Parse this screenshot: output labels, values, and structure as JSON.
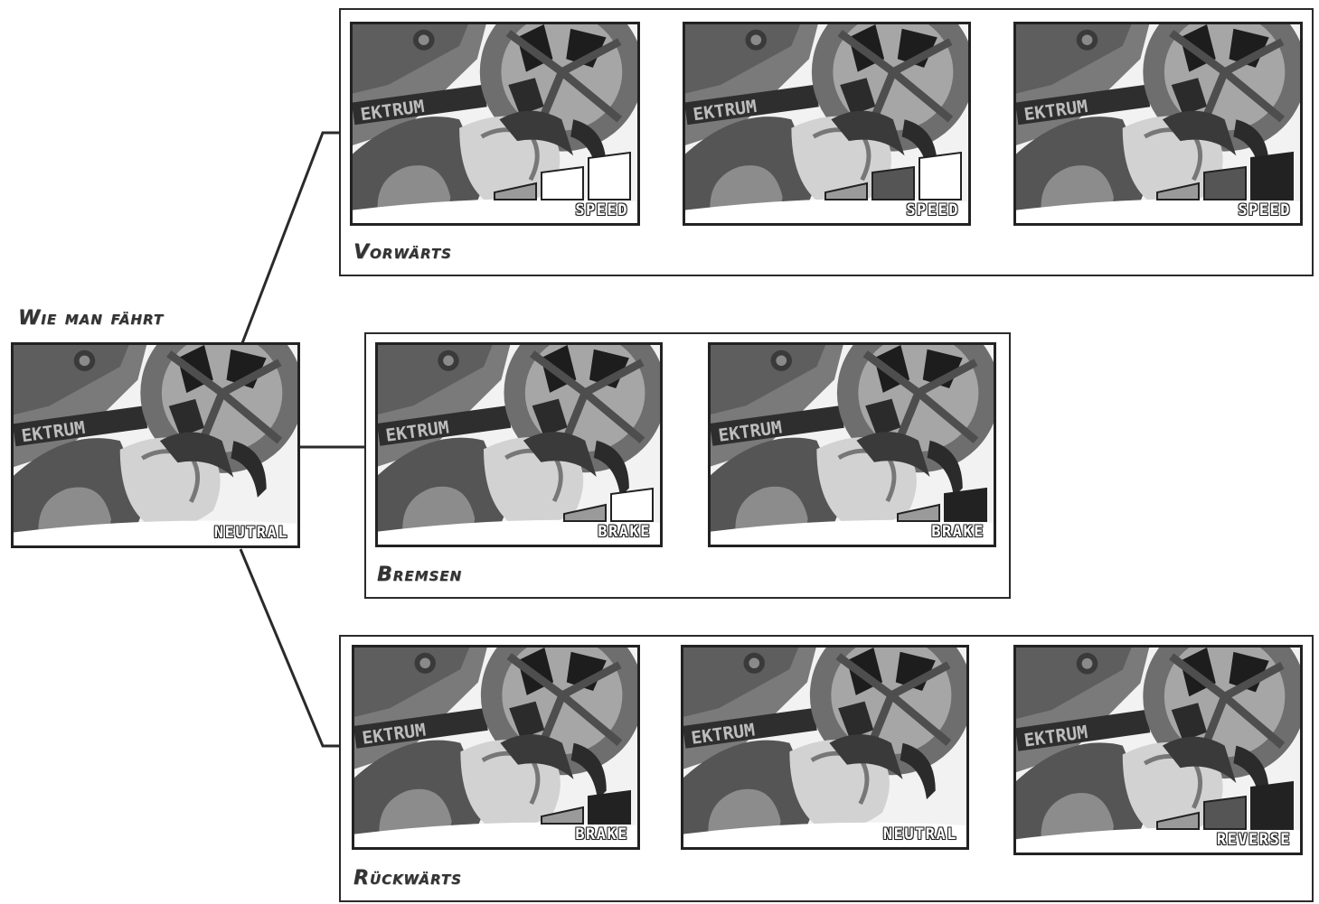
{
  "title": "Wie man fährt",
  "start_panel": {
    "label": "NEUTRAL"
  },
  "groups": [
    {
      "title": "Vorwärts",
      "panels": [
        {
          "label": "SPEED",
          "meter": [
            "mid",
            "empty",
            "empty"
          ]
        },
        {
          "label": "SPEED",
          "meter": [
            "mid",
            "dark",
            "empty"
          ]
        },
        {
          "label": "SPEED",
          "meter": [
            "mid",
            "dark",
            "black"
          ]
        }
      ]
    },
    {
      "title": "Bremsen",
      "panels": [
        {
          "label": "BRAKE",
          "meter": [
            "mid",
            "empty"
          ]
        },
        {
          "label": "BRAKE",
          "meter": [
            "mid",
            "black"
          ]
        }
      ]
    },
    {
      "title": "Rückwärts",
      "panels": [
        {
          "label": "BRAKE",
          "meter": [
            "mid",
            "black"
          ]
        },
        {
          "label": "NEUTRAL",
          "meter": []
        },
        {
          "label": "REVERSE",
          "meter": [
            "mid",
            "dark",
            "black"
          ]
        }
      ]
    }
  ],
  "colors": {
    "mid": "#9a9a9a",
    "dark": "#555555",
    "black": "#222222",
    "empty": "#ffffff",
    "line": "#2a2a2a"
  }
}
